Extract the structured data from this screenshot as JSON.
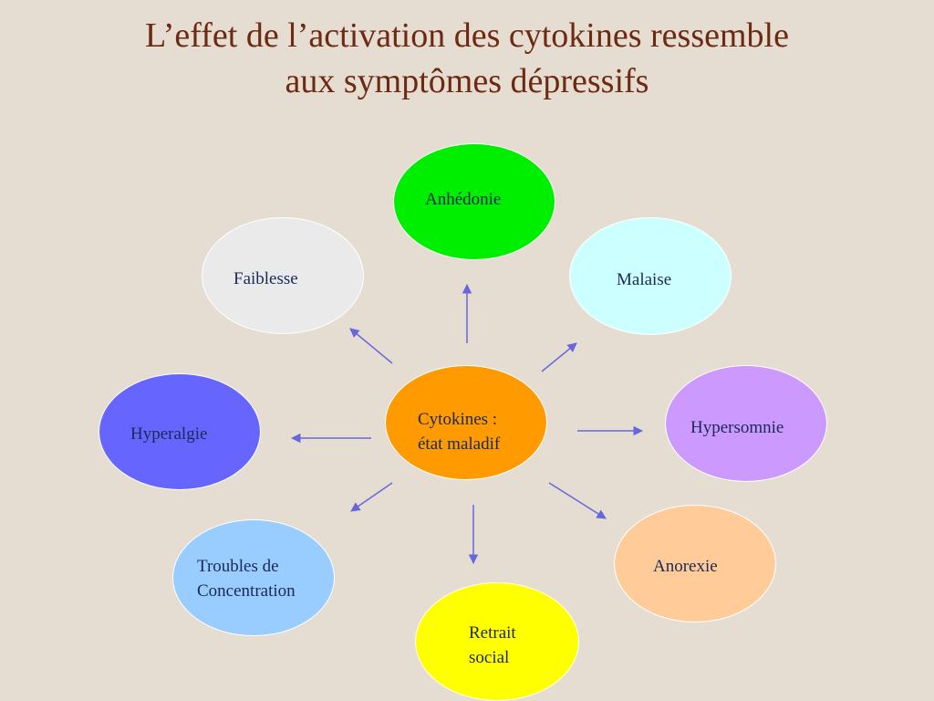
{
  "title": {
    "line1": "L’effet de l’activation des cytokines ressemble",
    "line2": "aux symptômes dépressifs"
  },
  "center": {
    "label": "Cytokines :\nétat maladif",
    "color": "#ff9a00"
  },
  "nodes": [
    {
      "id": "anhedonie",
      "label": "Anhédonie",
      "color": "#00ee00"
    },
    {
      "id": "malaise",
      "label": "Malaise",
      "color": "#ccffff"
    },
    {
      "id": "hypersomnie",
      "label": "Hypersomnie",
      "color": "#cc99ff"
    },
    {
      "id": "anorexie",
      "label": "Anorexie",
      "color": "#ffcc99"
    },
    {
      "id": "retrait-social",
      "label": "Retrait\nsocial",
      "color": "#ffff00"
    },
    {
      "id": "troubles-concentration",
      "label": "Troubles de\nConcentration",
      "color": "#99ccff"
    },
    {
      "id": "hyperalgie",
      "label": "Hyperalgie",
      "color": "#6666ff"
    },
    {
      "id": "faiblesse",
      "label": "Faiblesse",
      "color": "#eaeaea"
    }
  ],
  "colors": {
    "title": "#6e2a10",
    "background": "#e6ddd2",
    "arrow": "#6666e0",
    "text": "#1a2a55"
  }
}
